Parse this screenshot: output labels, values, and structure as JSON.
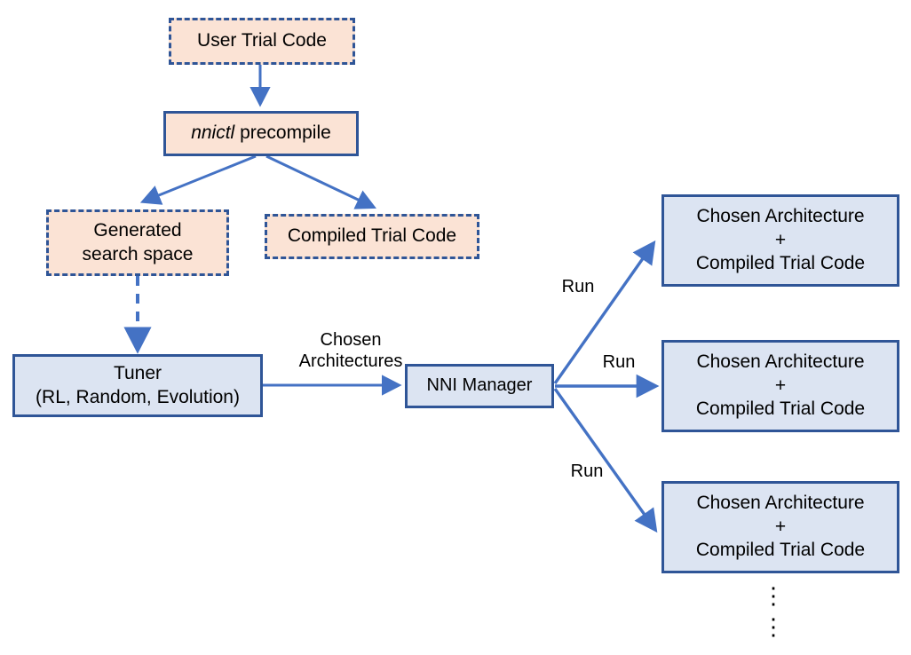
{
  "diagram": {
    "title": "NNI precompile / NAS workflow",
    "colors": {
      "peach_fill": "#FBE3D5",
      "blue_fill": "#DCE4F2",
      "border_dark_blue": "#2F5597",
      "arrow_blue": "#4472C4",
      "text": "#000000",
      "background": "#FFFFFF"
    },
    "nodes": {
      "user_trial_code": {
        "label": "User Trial Code"
      },
      "nnictl_precompile": {
        "label_italic": "nnictl",
        "label_rest": " precompile"
      },
      "generated_search_space": {
        "line1": "Generated",
        "line2": "search space"
      },
      "compiled_trial_code": {
        "label": "Compiled Trial Code"
      },
      "tuner": {
        "line1": "Tuner",
        "line2": "(RL, Random, Evolution)"
      },
      "nni_manager": {
        "label": "NNI Manager"
      },
      "trial_1": {
        "line1": "Chosen Architecture",
        "line2": "+",
        "line3": "Compiled Trial Code"
      },
      "trial_2": {
        "line1": "Chosen Architecture",
        "line2": "+",
        "line3": "Compiled Trial Code"
      },
      "trial_3": {
        "line1": "Chosen Architecture",
        "line2": "+",
        "line3": "Compiled Trial Code"
      }
    },
    "edge_labels": {
      "chosen_architectures": "Chosen\nArchitectures",
      "run_top": "Run",
      "run_middle": "Run",
      "run_bottom": "Run"
    },
    "ellipsis": {
      "group_1": "⋮",
      "group_2": "⋮"
    }
  }
}
